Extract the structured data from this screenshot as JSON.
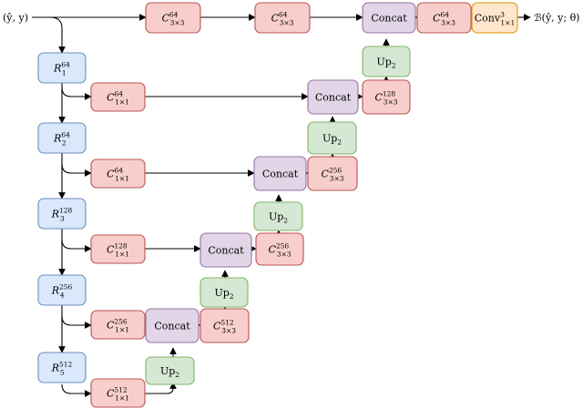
{
  "colors": {
    "blue_fill": "#dae8fc",
    "blue_stroke": "#6c8ebf",
    "red_fill": "#f8cecc",
    "red_stroke": "#b85450",
    "green_fill": "#d5e8d4",
    "green_stroke": "#82b366",
    "purple_fill": "#e1d5e7",
    "purple_stroke": "#9673a6",
    "orange_fill": "#ffe6cc",
    "orange_stroke": "#d79b00",
    "edge": "#000000"
  },
  "input_label": "(ŷ, y)",
  "output_label": "ℬ(ŷ, y; θ)",
  "nodes": [
    {
      "id": "enc_r1",
      "kind": "blue",
      "base": "R",
      "sub": "1",
      "sup": "64"
    },
    {
      "id": "enc_r2",
      "kind": "blue",
      "base": "R",
      "sub": "2",
      "sup": "64"
    },
    {
      "id": "enc_r3",
      "kind": "blue",
      "base": "R",
      "sub": "3",
      "sup": "128"
    },
    {
      "id": "enc_r4",
      "kind": "blue",
      "base": "R",
      "sub": "4",
      "sup": "256"
    },
    {
      "id": "enc_r5",
      "kind": "blue",
      "base": "R",
      "sub": "5",
      "sup": "512"
    },
    {
      "id": "skip_c1",
      "kind": "red",
      "base": "C",
      "sub": "1×1",
      "sup": "64"
    },
    {
      "id": "skip_c2",
      "kind": "red",
      "base": "C",
      "sub": "1×1",
      "sup": "64"
    },
    {
      "id": "skip_c3",
      "kind": "red",
      "base": "C",
      "sub": "1×1",
      "sup": "128"
    },
    {
      "id": "skip_c4",
      "kind": "red",
      "base": "C",
      "sub": "1×1",
      "sup": "256"
    },
    {
      "id": "skip_c5",
      "kind": "red",
      "base": "C",
      "sub": "1×1",
      "sup": "512"
    },
    {
      "id": "top_c_a",
      "kind": "red",
      "base": "C",
      "sub": "3×3",
      "sup": "64"
    },
    {
      "id": "top_c_b",
      "kind": "red",
      "base": "C",
      "sub": "3×3",
      "sup": "64"
    },
    {
      "id": "concat_top",
      "kind": "purple",
      "text": "Concat"
    },
    {
      "id": "top_c_c",
      "kind": "red",
      "base": "C",
      "sub": "3×3",
      "sup": "64"
    },
    {
      "id": "conv_out",
      "kind": "orange",
      "base": "Conv",
      "sub": "1×1",
      "sup": "3"
    },
    {
      "id": "up_top",
      "kind": "green",
      "base": "Up",
      "sub": "2",
      "sup": ""
    },
    {
      "id": "dec_c128",
      "kind": "red",
      "base": "C",
      "sub": "3×3",
      "sup": "128"
    },
    {
      "id": "concat_2",
      "kind": "purple",
      "text": "Concat"
    },
    {
      "id": "up_2",
      "kind": "green",
      "base": "Up",
      "sub": "2",
      "sup": ""
    },
    {
      "id": "dec_c256_a",
      "kind": "red",
      "base": "C",
      "sub": "3×3",
      "sup": "256"
    },
    {
      "id": "concat_3",
      "kind": "purple",
      "text": "Concat"
    },
    {
      "id": "up_3",
      "kind": "green",
      "base": "Up",
      "sub": "2",
      "sup": ""
    },
    {
      "id": "dec_c256_b",
      "kind": "red",
      "base": "C",
      "sub": "3×3",
      "sup": "256"
    },
    {
      "id": "concat_4",
      "kind": "purple",
      "text": "Concat"
    },
    {
      "id": "up_4",
      "kind": "green",
      "base": "Up",
      "sub": "2",
      "sup": ""
    },
    {
      "id": "dec_c512",
      "kind": "red",
      "base": "C",
      "sub": "3×3",
      "sup": "512"
    },
    {
      "id": "concat_5",
      "kind": "purple",
      "text": "Concat"
    },
    {
      "id": "up_5",
      "kind": "green",
      "base": "Up",
      "sub": "2",
      "sup": ""
    }
  ]
}
